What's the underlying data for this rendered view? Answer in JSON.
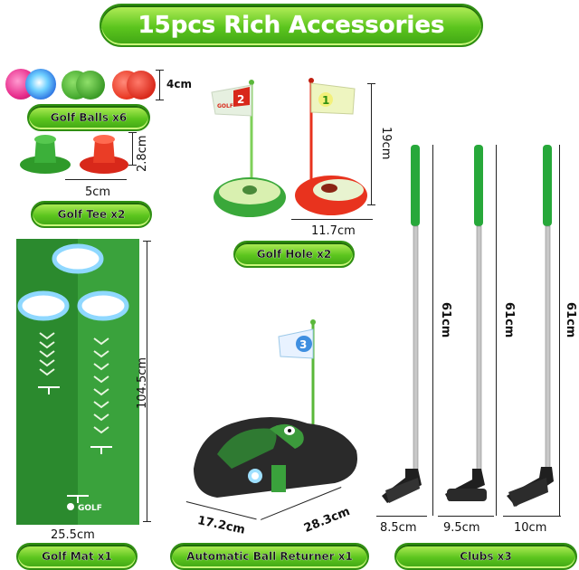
{
  "title": "15pcs Rich Accessories",
  "sections": {
    "golf_balls": {
      "label": "Golf Balls x6",
      "dimension": "4cm"
    },
    "golf_tee": {
      "label": "Golf Tee x2",
      "width": "5cm",
      "height": "2.8cm"
    },
    "golf_hole": {
      "label": "Golf Hole x2",
      "width": "11.7cm",
      "height": "19cm",
      "flag_numbers": [
        "2",
        "1"
      ],
      "flag_text": "GOLF"
    },
    "golf_mat": {
      "label": "Golf Mat x1",
      "width": "25.5cm",
      "height": "104.5cm",
      "logo_text": "GOLF"
    },
    "ball_returner": {
      "label": "Automatic Ball Returner x1",
      "width": "17.2cm",
      "depth": "28.3cm",
      "flag_number": "3"
    },
    "clubs": {
      "label": "Clubs x3",
      "length": "61cm",
      "head_widths": [
        "8.5cm",
        "9.5cm",
        "10cm"
      ]
    }
  },
  "colors": {
    "pill_green": "#5cc51e",
    "mat_green": "#2e8b2e",
    "red": "#e8331e",
    "grip_green": "#27a83a"
  }
}
